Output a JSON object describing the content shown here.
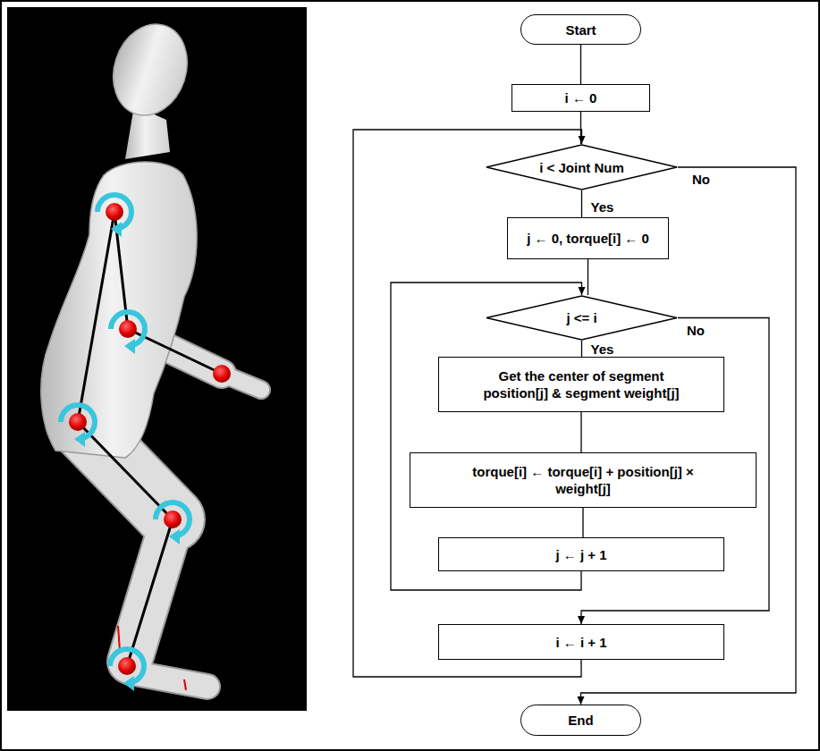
{
  "diagram": {
    "nodes": [
      {
        "text": [
          "Start"
        ]
      },
      {
        "text": [
          "i ← 0"
        ]
      },
      {
        "text": [
          "i < Joint Num"
        ]
      },
      {
        "text": [
          "j ← 0, torque[i] ← 0"
        ]
      },
      {
        "text": [
          "j <= i"
        ]
      },
      {
        "text": [
          "Get the center of segment position[j] & segment weight[j]"
        ]
      },
      {
        "text": [
          "torque[i] ← torque[i] + position[j] × weight[j]"
        ]
      },
      {
        "text": [
          "j ← j + 1"
        ]
      },
      {
        "text": [
          "i ← i + 1"
        ]
      },
      {
        "text": [
          "End"
        ]
      }
    ],
    "edges": [
      {
        "from": 0,
        "to": 1,
        "arrow": "none"
      },
      {
        "from": 1,
        "to": 2,
        "arrow": "none"
      },
      {
        "from": 2,
        "to": 3,
        "label": "Yes",
        "arrow": "none"
      },
      {
        "from": 3,
        "to": 4,
        "arrow": "none"
      },
      {
        "from": 4,
        "to": 5,
        "label": "Yes",
        "arrow": "none"
      },
      {
        "from": 5,
        "to": 6,
        "arrow": "none"
      },
      {
        "from": 6,
        "to": 7,
        "arrow": "none"
      },
      {
        "from": 7,
        "to": 4,
        "arrow": "to"
      },
      {
        "from": 4,
        "to": 8,
        "label": "No",
        "arrow": "to"
      },
      {
        "from": 8,
        "to": 2,
        "arrow": "to"
      },
      {
        "from": 2,
        "to": 9,
        "label": "No",
        "arrow": "to"
      }
    ]
  }
}
